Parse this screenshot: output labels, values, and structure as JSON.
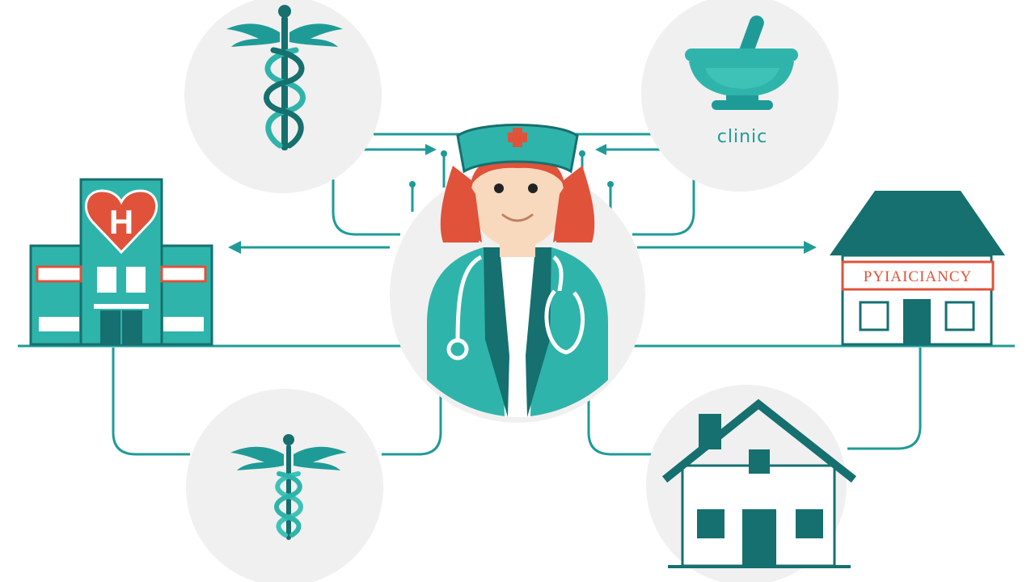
{
  "labels": {
    "hospital_sign": "H",
    "clinic": "clinic",
    "pharmacy": "PYIAICIANCY"
  },
  "icons": {
    "center": "nurse-avatar-icon",
    "top_left": "caduceus-icon",
    "top_right": "mortar-pestle-icon",
    "left": "hospital-building-icon",
    "right": "pharmacy-building-icon",
    "bottom_left": "caduceus-icon",
    "bottom_right": "home-icon"
  },
  "colors": {
    "teal": "#1f9b97",
    "teal_light": "#2fb4ab",
    "teal_dark": "#15706f",
    "red": "#e0523a",
    "bubble_gray": "#f0f0f0",
    "skin": "#f8d9bd"
  }
}
